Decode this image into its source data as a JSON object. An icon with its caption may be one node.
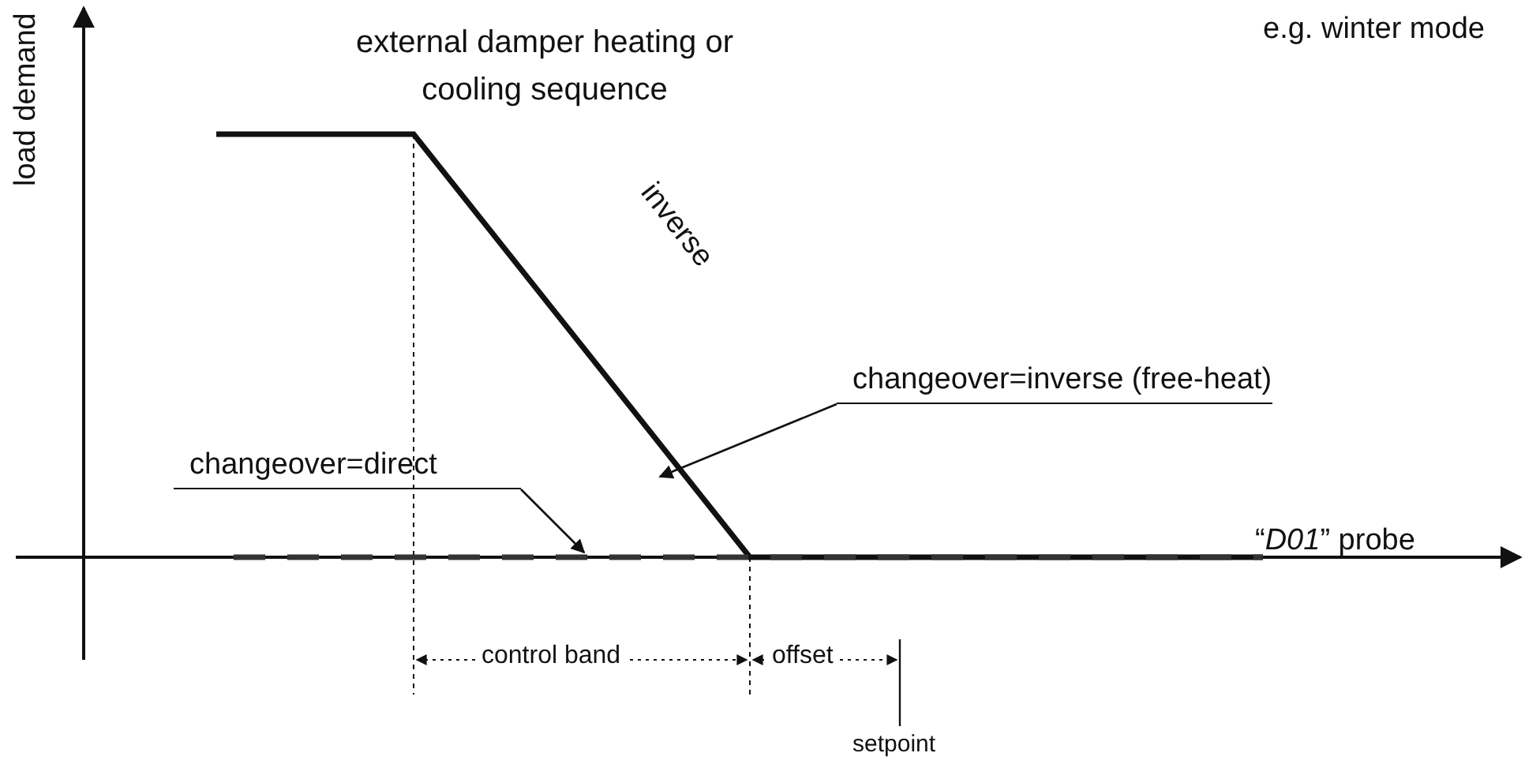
{
  "diagram": {
    "title": "external damper heating or cooling sequence",
    "nodes": [
      {
        "text": [
          "changeover=inverse (free-heat)"
        ]
      },
      {
        "text": [
          "changeover=direct"
        ]
      }
    ],
    "edges": [
      {
        "from": 0,
        "to": null,
        "arrow": "to"
      },
      {
        "from": 1,
        "to": null,
        "arrow": "to"
      }
    ],
    "labels": [
      "load demand",
      "e.g. winter mode",
      "inverse",
      "“*D01*” probe",
      "control band",
      "offset",
      "setpoint"
    ]
  }
}
